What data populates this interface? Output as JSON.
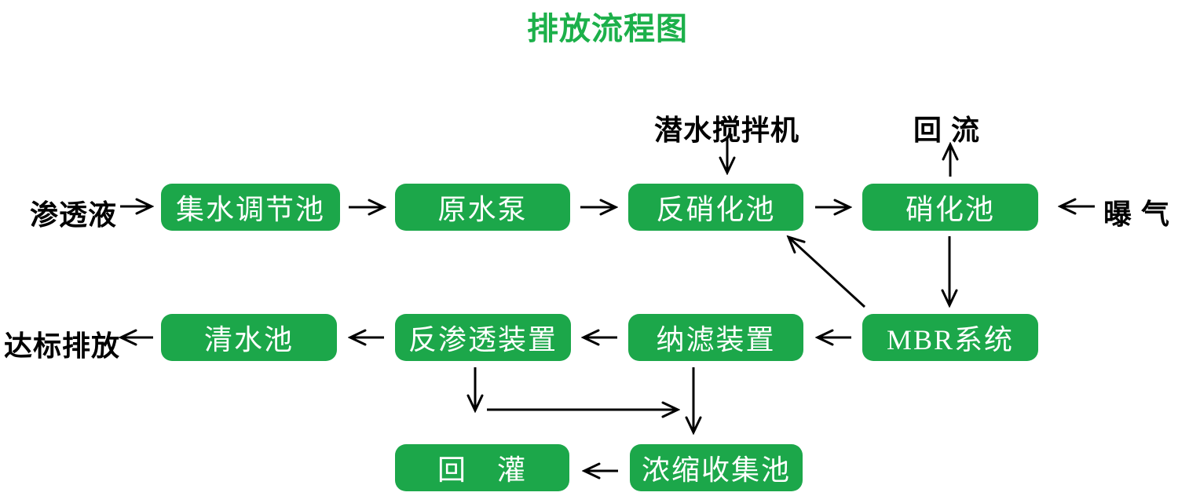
{
  "title": {
    "text": "排放流程图"
  },
  "colors": {
    "box_green": "#1ca74a",
    "title_green": "#1cb04a",
    "box_text": "#ffffff",
    "label_text": "#000000",
    "arrow": "#000000"
  },
  "nodes": {
    "collection_tank": {
      "label": "集水调节池"
    },
    "raw_water_pump": {
      "label": "原水泵"
    },
    "denitrification_tank": {
      "label": "反硝化池"
    },
    "nitrification_tank": {
      "label": "硝化池"
    },
    "clear_water_tank": {
      "label": "清水池"
    },
    "reverse_osmosis": {
      "label": "反渗透装置"
    },
    "nanofiltration": {
      "label": "纳滤装置"
    },
    "mbr_system": {
      "label": "MBR系统"
    },
    "reinjection": {
      "label": "回　灌"
    },
    "concentrate_tank": {
      "label": "浓缩收集池"
    }
  },
  "labels": {
    "influent": "渗透液",
    "aeration": "曝 气",
    "submersible_mixer": "潜水搅拌机",
    "reflux": "回 流",
    "discharge": "达标排放"
  },
  "edges": [
    {
      "from": "渗透液",
      "to": "集水调节池"
    },
    {
      "from": "集水调节池",
      "to": "原水泵"
    },
    {
      "from": "原水泵",
      "to": "反硝化池"
    },
    {
      "from": "反硝化池",
      "to": "硝化池"
    },
    {
      "from": "曝气",
      "to": "硝化池"
    },
    {
      "from": "潜水搅拌机",
      "to": "反硝化池"
    },
    {
      "from": "硝化池",
      "to": "回流"
    },
    {
      "from": "硝化池",
      "to": "MBR系统"
    },
    {
      "from": "MBR系统",
      "to": "反硝化池"
    },
    {
      "from": "MBR系统",
      "to": "纳滤装置"
    },
    {
      "from": "纳滤装置",
      "to": "反渗透装置"
    },
    {
      "from": "反渗透装置",
      "to": "清水池"
    },
    {
      "from": "清水池",
      "to": "达标排放"
    },
    {
      "from": "反渗透装置",
      "to": "浓缩收集池"
    },
    {
      "from": "纳滤装置",
      "to": "浓缩收集池"
    },
    {
      "from": "浓缩收集池",
      "to": "回灌"
    }
  ]
}
